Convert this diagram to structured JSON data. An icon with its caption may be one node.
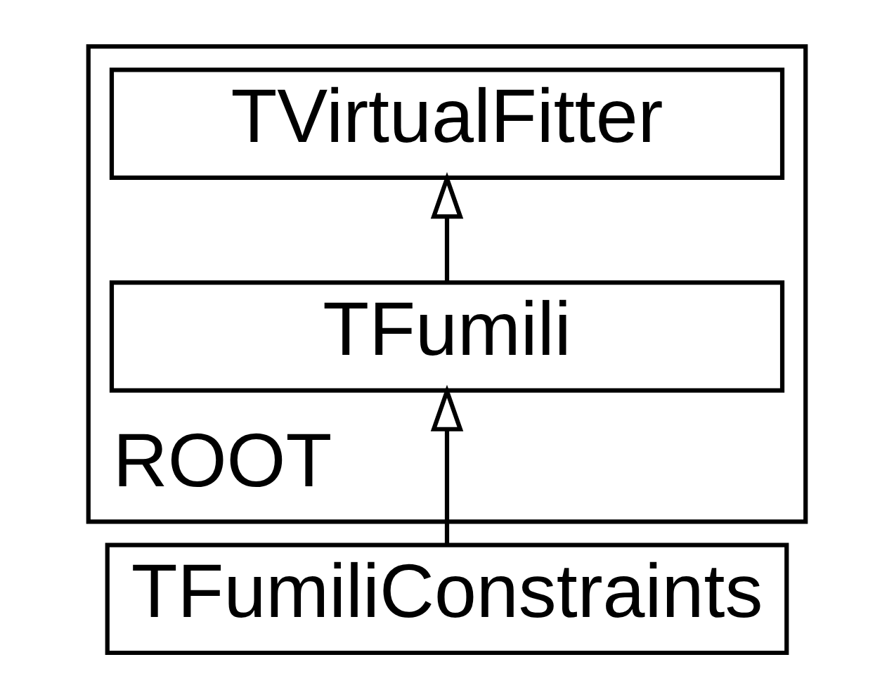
{
  "diagram": {
    "nodes": [
      {
        "text": [
          "ROOT"
        ]
      },
      {
        "text": [
          "TVirtualFitter"
        ],
        "in": 0
      },
      {
        "text": [
          "TFumili"
        ],
        "in": 0
      },
      {
        "text": [
          "TFumiliConstraints"
        ]
      }
    ],
    "edges": [
      {
        "from": 2,
        "to": 1,
        "arrow": "to"
      },
      {
        "from": 3,
        "to": 2,
        "arrow": "to"
      }
    ]
  }
}
